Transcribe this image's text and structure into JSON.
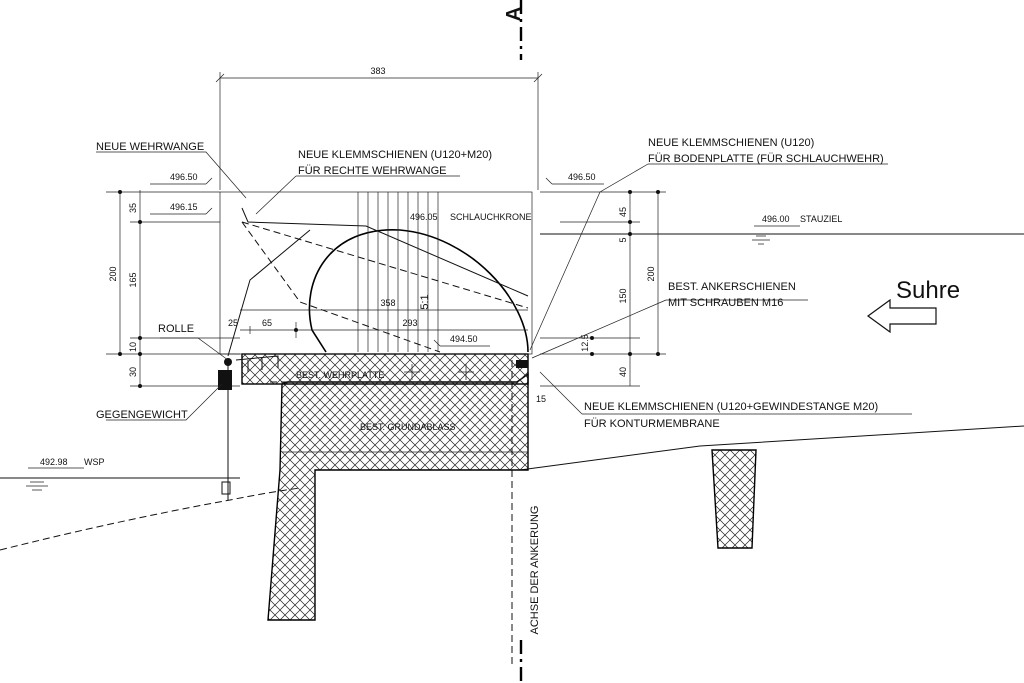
{
  "section_marker": "A",
  "flow": {
    "label": "Suhre"
  },
  "labels": {
    "neue_wehrwange": "NEUE WEHRWANGE",
    "klemm_rechte_1": "NEUE KLEMMSCHIENEN (U120+M20)",
    "klemm_rechte_2": "FÜR RECHTE WEHRWANGE",
    "klemm_boden_1": "NEUE KLEMMSCHIENEN (U120)",
    "klemm_boden_2": "FÜR BODENPLATTE (FÜR SCHLAUCHWEHR)",
    "anker_1": "BEST. ANKERSCHIENEN",
    "anker_2": "MIT SCHRAUBEN M16",
    "kontur_1": "NEUE KLEMMSCHIENEN (U120+GEWINDESTANGE M20)",
    "kontur_2": "FÜR KONTURMEMBRANE",
    "rolle": "ROLLE",
    "gegengewicht": "GEGENGEWICHT",
    "wehrplatte": "BEST. WEHRPLATTE",
    "grundablass": "BEST. GRUNDABLASS",
    "achse": "ACHSE DER ANKERUNG",
    "schlauchkrone": "SCHLAUCHKRONE",
    "stauziel": "STAUZIEL",
    "wsp": "WSP",
    "slope": "5:1"
  },
  "levels": {
    "top_left": "496.50",
    "top_right": "496.50",
    "left_inner": "496.15",
    "krone": "496.05",
    "stauziel": "496.00",
    "plate": "494.50",
    "wsp": "492.98"
  },
  "dimensions": {
    "overall_width": "383",
    "d358": "358",
    "d293": "293",
    "d25": "25",
    "d65": "65",
    "left_200": "200",
    "left_165": "165",
    "left_35": "35",
    "left_10": "10",
    "left_30": "30",
    "right_45": "45",
    "right_5": "5",
    "right_200": "200",
    "right_150": "150",
    "right_12_5": "12.5",
    "right_40": "40",
    "right_15": "15"
  }
}
